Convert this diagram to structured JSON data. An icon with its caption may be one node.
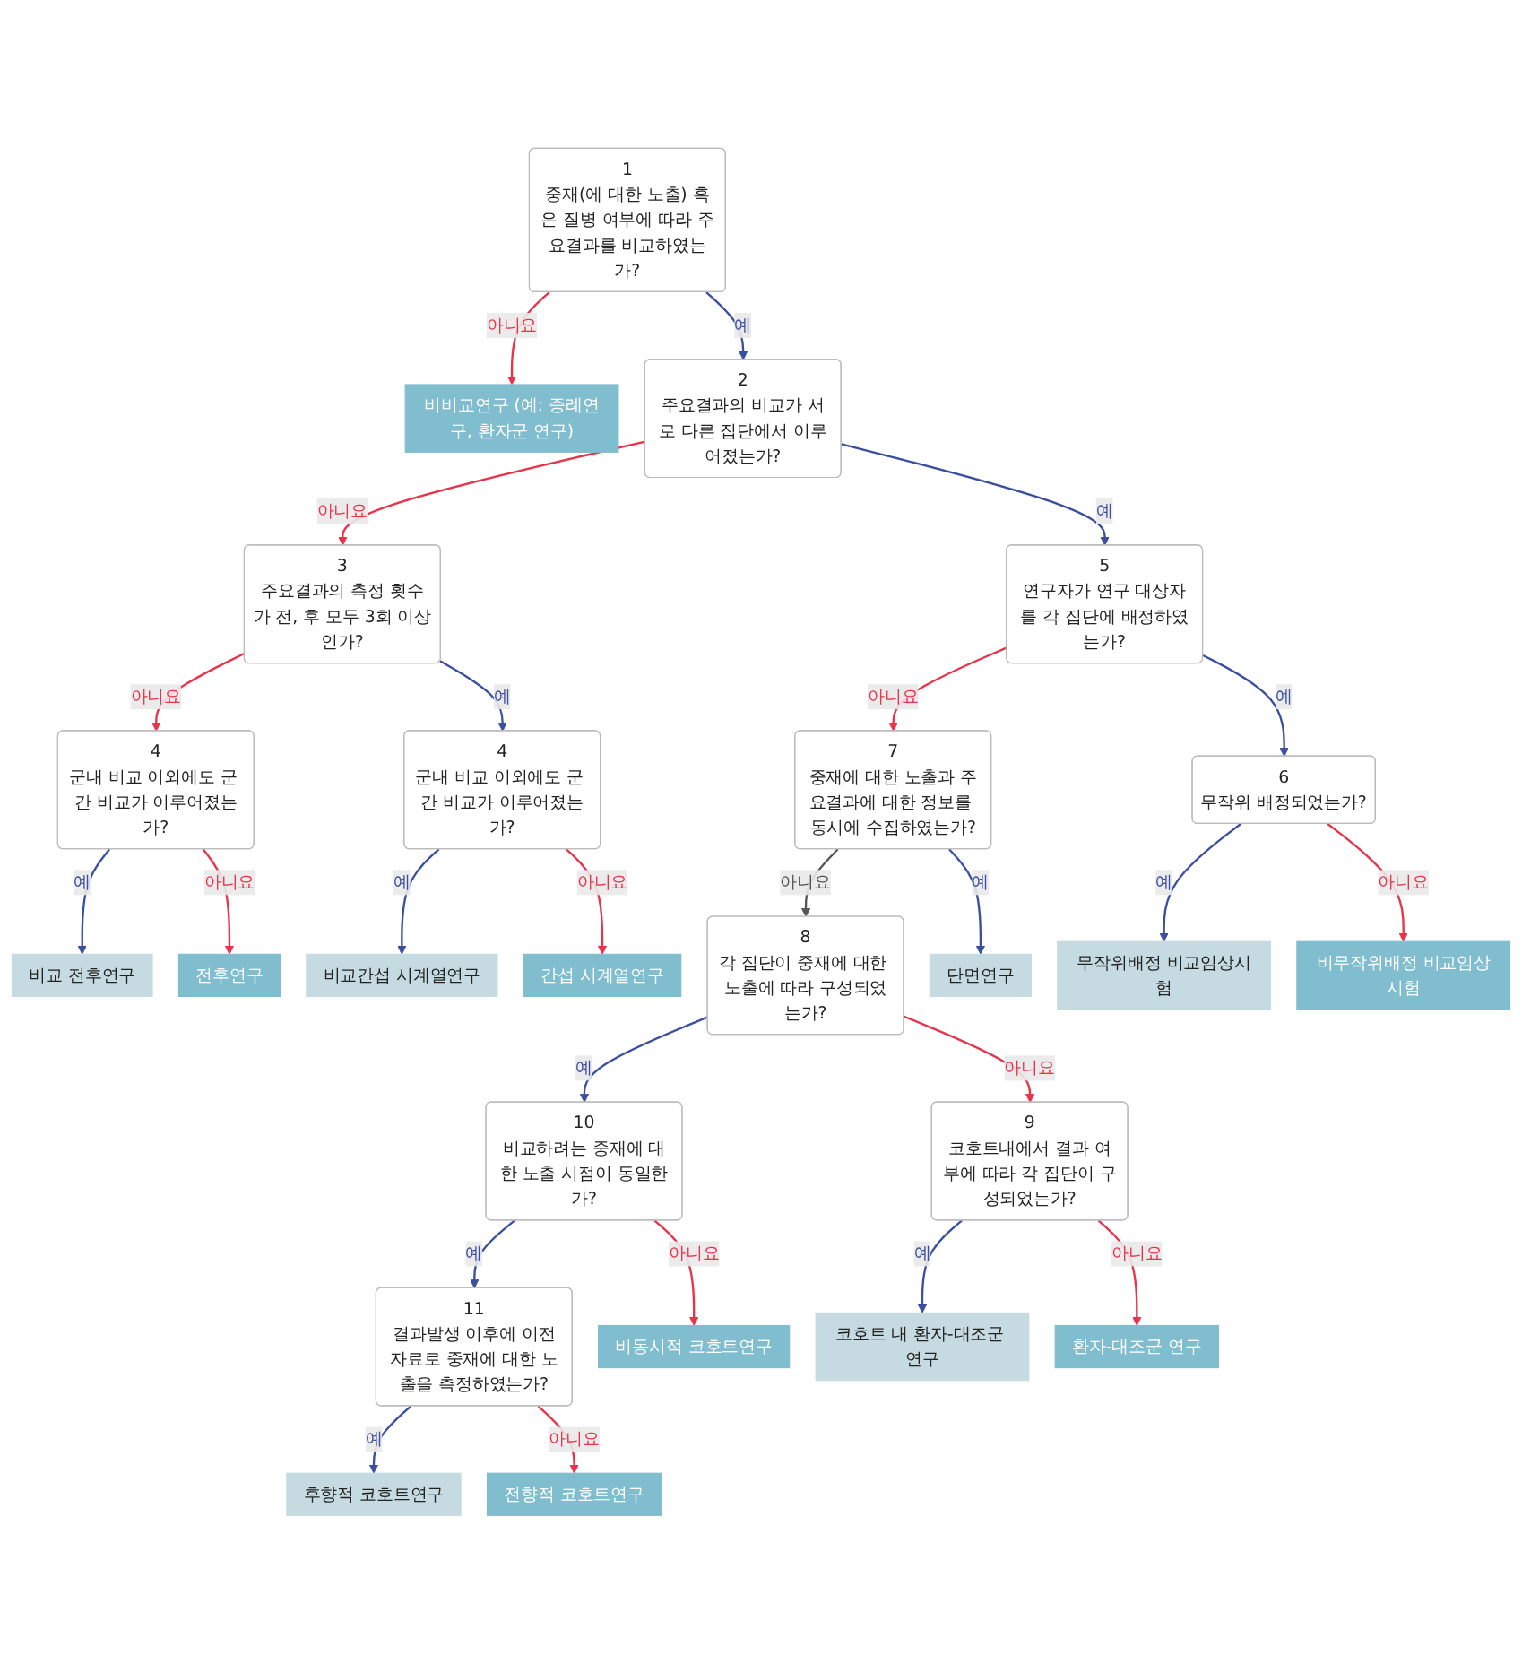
{
  "diagram": {
    "nodes": [
      {
        "text": [
          "비교 전후연구"
        ]
      },
      {
        "text": [
          "전후연구"
        ]
      },
      {
        "text": [
          "4",
          "군내 비교 이외에도 군 간 비교가 이루어졌는가?"
        ]
      },
      {
        "text": [
          "1",
          "중재(에 대한 노출) 혹은 질병 여부에 따라 주요결과를 비교하였는가?"
        ]
      },
      {
        "text": [
          "비비교연구 (예: 증례연구, 환자군 연구)"
        ]
      },
      {
        "text": [
          "비교간섭 시계열연구"
        ]
      },
      {
        "text": [
          "4",
          "군내 비교 이외에도 군 간 비교가 이루어졌는가?"
        ]
      },
      {
        "text": [
          "3",
          "주요결과의 측정 횟수가 전, 후 모두 3회 이상인가?"
        ]
      },
      {
        "text": [
          "2",
          "주요결과의 비교가 서로 다른 집단에서 이루어졌는가?"
        ]
      },
      {
        "text": [
          "간섭 시계열연구"
        ]
      },
      {
        "text": [
          "5",
          "연구자가 연구 대상자를 각 집단에 배정하였는가?"
        ]
      },
      {
        "text": [
          "7",
          "중재에 대한 노출과 주요결과에 대한 정보를 동시에 수집하였는가?"
        ]
      },
      {
        "text": [
          "8",
          "각 집단이 중재에 대한 노출에 따라 구성되었는가?"
        ]
      },
      {
        "text": [
          "6",
          "무작위 배정되었는가?"
        ]
      },
      {
        "text": [
          "단면연구"
        ]
      },
      {
        "text": [
          "10",
          "비교하려는 중재에 대한 노출 시점이 동일한가?"
        ]
      },
      {
        "text": [
          "9",
          "코호트내에서 결과 여부에 따라 각 집단이 구성되었는가?"
        ]
      },
      {
        "text": [
          "무작위배정 비교임상시험"
        ]
      },
      {
        "text": [
          "비무작위배정 비교임상시험"
        ]
      },
      {
        "text": [
          "11",
          "결과발생 이후에 이전자료로 중재에 대한 노출을 측정하였는가?"
        ]
      },
      {
        "text": [
          "비동시적 코호트연구"
        ]
      },
      {
        "text": [
          "코호트 내 환자-대조군 연구"
        ]
      },
      {
        "text": [
          "환자-대조군 연구"
        ]
      },
      {
        "text": [
          "후향적 코호트연구"
        ]
      },
      {
        "text": [
          "전향적 코호트연구"
        ]
      }
    ],
    "edges": [
      {
        "from": 3,
        "to": 4,
        "arrow": "to",
        "label": "아니요",
        "color": "#e8334a"
      },
      {
        "from": 3,
        "to": 8,
        "arrow": "to",
        "label": "예",
        "color": "#3b4fa0"
      },
      {
        "from": 8,
        "to": 7,
        "arrow": "to",
        "label": "아니요",
        "color": "#e8334a"
      },
      {
        "from": 8,
        "to": 10,
        "arrow": "to",
        "label": "예",
        "color": "#3b4fa0"
      },
      {
        "from": 7,
        "to": 2,
        "arrow": "to",
        "label": "아니요",
        "color": "#e8334a"
      },
      {
        "from": 7,
        "to": 6,
        "arrow": "to",
        "label": "예",
        "color": "#3b4fa0"
      },
      {
        "from": 2,
        "to": 0,
        "arrow": "to",
        "label": "예",
        "color": "#3b4fa0"
      },
      {
        "from": 2,
        "to": 1,
        "arrow": "to",
        "label": "아니요",
        "color": "#e8334a"
      },
      {
        "from": 6,
        "to": 5,
        "arrow": "to",
        "label": "예",
        "color": "#3b4fa0"
      },
      {
        "from": 6,
        "to": 9,
        "arrow": "to",
        "label": "아니요",
        "color": "#e8334a"
      },
      {
        "from": 10,
        "to": 13,
        "arrow": "to",
        "label": "예",
        "color": "#3b4fa0"
      },
      {
        "from": 10,
        "to": 11,
        "arrow": "to",
        "label": "아니요",
        "color": "#e8334a"
      },
      {
        "from": 11,
        "to": 14,
        "arrow": "to",
        "label": "예",
        "color": "#3b4fa0"
      },
      {
        "from": 11,
        "to": 12,
        "arrow": "to",
        "label": "아니요",
        "color": "#555555"
      },
      {
        "from": 12,
        "to": 15,
        "arrow": "to",
        "label": "예",
        "color": "#3b4fa0"
      },
      {
        "from": 12,
        "to": 16,
        "arrow": "to",
        "label": "아니요",
        "color": "#e8334a"
      },
      {
        "from": 13,
        "to": 17,
        "arrow": "to",
        "label": "예",
        "color": "#3b4fa0"
      },
      {
        "from": 13,
        "to": 18,
        "arrow": "to",
        "label": "아니요",
        "color": "#e8334a"
      },
      {
        "from": 15,
        "to": 19,
        "arrow": "to",
        "label": "예",
        "color": "#3b4fa0"
      },
      {
        "from": 15,
        "to": 20,
        "arrow": "to",
        "label": "아니요",
        "color": "#e8334a"
      },
      {
        "from": 16,
        "to": 21,
        "arrow": "to",
        "label": "예",
        "color": "#3b4fa0"
      },
      {
        "from": 16,
        "to": 22,
        "arrow": "to",
        "label": "아니요",
        "color": "#e8334a"
      },
      {
        "from": 19,
        "to": 23,
        "arrow": "to",
        "label": "예",
        "color": "#3b4fa0"
      },
      {
        "from": 19,
        "to": 24,
        "arrow": "to",
        "label": "아니요",
        "color": "#e8334a"
      }
    ]
  }
}
